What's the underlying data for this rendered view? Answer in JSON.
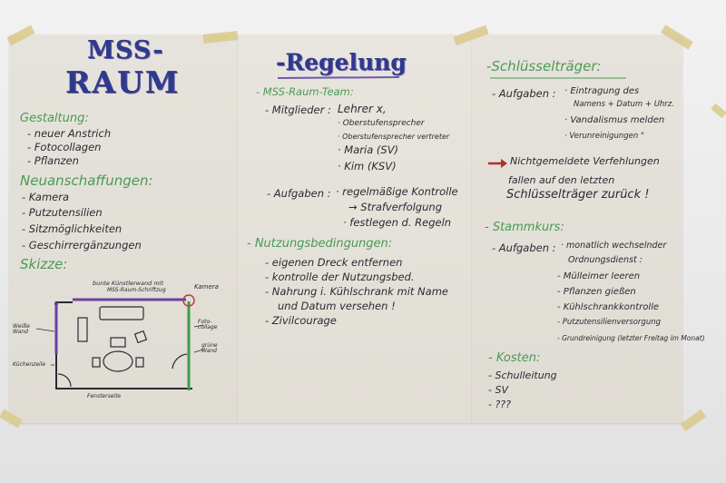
{
  "left": {
    "title_line1": "MSS-",
    "title_line2": "RAUM",
    "gestaltung_heading": "Gestaltung:",
    "gestaltung_items": [
      "- neuer Anstrich",
      "- Fotocollagen",
      "- Pflanzen"
    ],
    "neu_heading": "Neuanschaffungen:",
    "neu_items": [
      "- Kamera",
      "- Putzutensilien",
      "- Sitzmöglichkeiten",
      "- Geschirrergänzungen"
    ],
    "skizze_heading": "Skizze:",
    "sketch_labels": {
      "kuenstlerwand": "bunte Künstlerwand mit",
      "kuenstlerwand2": "MSS-Raum-Schriftzug",
      "kamera": "Kamera",
      "weisse_wand": "Weiße Wand",
      "fotocollage": "Foto-collage",
      "gruene_wand": "grüne Wand",
      "kuechenzeile": "Küchenzeile",
      "fensterseite": "Fensterseite"
    }
  },
  "middle": {
    "title": "-Regelung",
    "team_heading": "- MSS-Raum-Team:",
    "mitglieder_label": "- Mitglieder :",
    "mitglieder_items": [
      "Lehrer x,",
      "· Oberstufensprecher",
      "· Oberstufensprecher vertreter",
      "· Maria (SV)",
      "· Kim (KSV)"
    ],
    "aufgaben_label": "- Aufgaben :",
    "aufgaben_items": [
      "· regelmäßige Kontrolle",
      "→ Strafverfolgung",
      "· festlegen d. Regeln"
    ],
    "nutzung_heading": "- Nutzungsbedingungen:",
    "nutzung_items": [
      "- eigenen Dreck entfernen",
      "- kontrolle der Nutzungsbed.",
      "- Nahrung i. Kühlschrank mit Name",
      "und Datum versehen !",
      "- Zivilcourage"
    ]
  },
  "right": {
    "title": "-Schlüsselträger:",
    "aufgaben_label": "- Aufgaben :",
    "aufgaben_items": [
      "· Eintragung des",
      "Namens + Datum + Uhrz.",
      "· Vandalismus melden",
      "· Verunreinigungen \""
    ],
    "warning_lines": [
      "Nichtgemeldete Verfehlungen",
      "fallen auf den letzten",
      "Schlüsselträger zurück !"
    ],
    "stammkurs_heading": "- Stammkurs:",
    "stammkurs_label": "- Aufgaben :",
    "stammkurs_items": [
      "· monatlich wechselnder",
      "Ordnungsdienst :",
      "- Mülleimer leeren",
      "- Pflanzen gießen",
      "- Kühlschrankkontrolle",
      "- Putzutensilienversorgung",
      "- Grundreinigung (letzter Freitag im Monat)"
    ],
    "kosten_heading": "- Kosten:",
    "kosten_items": [
      "- Schulleitung",
      "- SV",
      "- ???"
    ]
  },
  "colors": {
    "green_marker": "#4a9a52",
    "dark_marker": "#2a2a33",
    "red_marker": "#b03030",
    "paper": "#e3e0d8",
    "tape": "#d8c98a"
  }
}
